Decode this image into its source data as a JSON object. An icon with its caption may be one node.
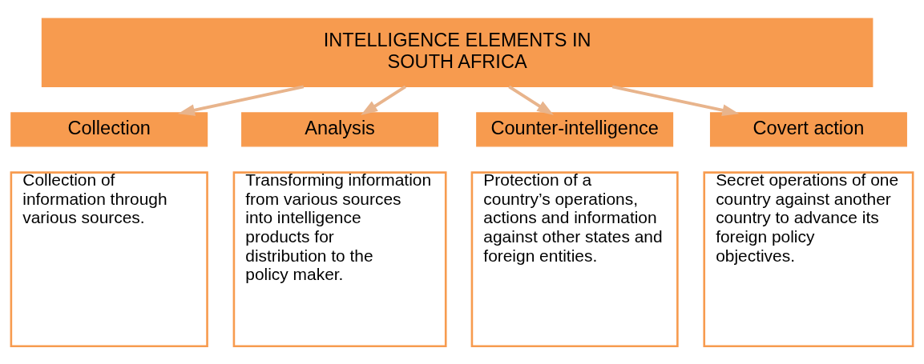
{
  "diagram": {
    "nodes": [
      {
        "text": [
          "INTELLIGENCE ELEMENTS IN SOUTH AFRICA"
        ]
      },
      {
        "text": [
          "Collection"
        ]
      },
      {
        "text": [
          "Analysis"
        ]
      },
      {
        "text": [
          "Counter-intelligence"
        ]
      },
      {
        "text": [
          "Covert action"
        ]
      },
      {
        "text": [
          "Collection of information through various sources."
        ]
      },
      {
        "text": [
          "Transforming information from various sources into intelligence products for distribution to the policy maker."
        ]
      },
      {
        "text": [
          "Protection of a country’s operations, actions and information against other states and foreign entities."
        ]
      },
      {
        "text": [
          "Secret operations of one country against another country to advance its foreign policy objectives."
        ]
      }
    ],
    "edges": [
      {
        "from": 0,
        "to": 1,
        "arrow": "to"
      },
      {
        "from": 0,
        "to": 2,
        "arrow": "to"
      },
      {
        "from": 0,
        "to": 3,
        "arrow": "to"
      },
      {
        "from": 0,
        "to": 4,
        "arrow": "to"
      }
    ]
  }
}
